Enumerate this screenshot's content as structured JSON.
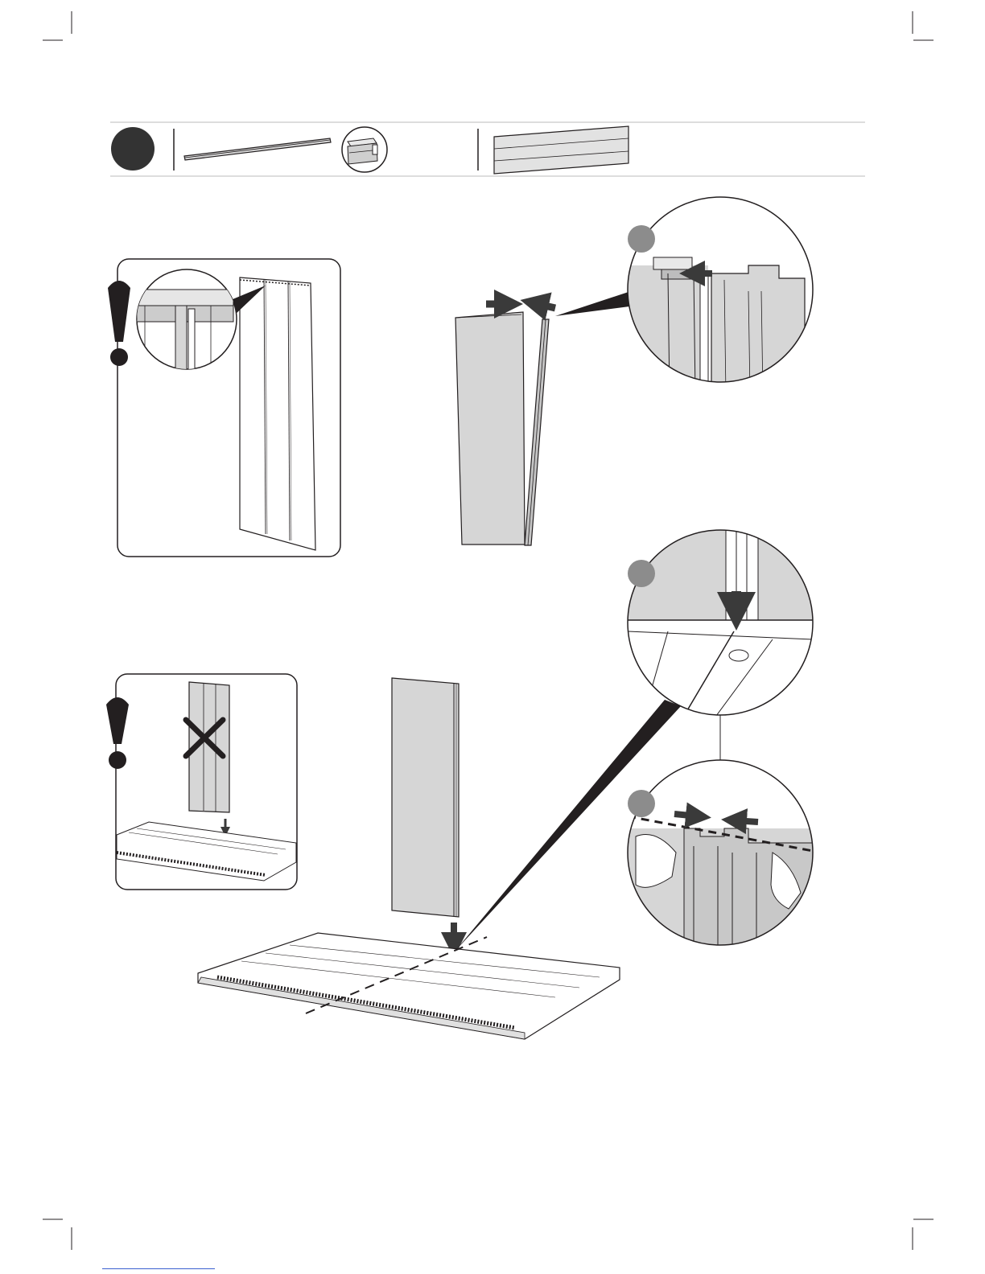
{
  "document": {
    "kind": "assembly-instructions-page",
    "has_text": false,
    "colors": {
      "ink": "#231f20",
      "panel_fill": "#d6d6d6",
      "detail_marker": "#8c8c8c",
      "step_marker": "#333333",
      "arrow": "#3a3a3a",
      "link_underline": "#3a5fd0"
    }
  },
  "parts_header": {
    "step_marker": "step-number-circle",
    "parts": [
      {
        "icon": "connector-profile-icon",
        "detail": "profile-end-detail-circle"
      },
      {
        "icon": "wall-panel-icon"
      }
    ]
  },
  "figures": [
    {
      "name": "warning-panel-orientation",
      "icon": "exclamation-icon"
    },
    {
      "name": "attach-connector-to-panel",
      "detail": "connector-slot-detail"
    },
    {
      "name": "warning-do-not-insert-flat",
      "icon": "exclamation-icon",
      "symbol": "cross-mark-icon"
    },
    {
      "name": "insert-panel-into-floor"
    },
    {
      "name": "panel-seated-in-floor-detail"
    },
    {
      "name": "panels-aligned-detail"
    }
  ]
}
